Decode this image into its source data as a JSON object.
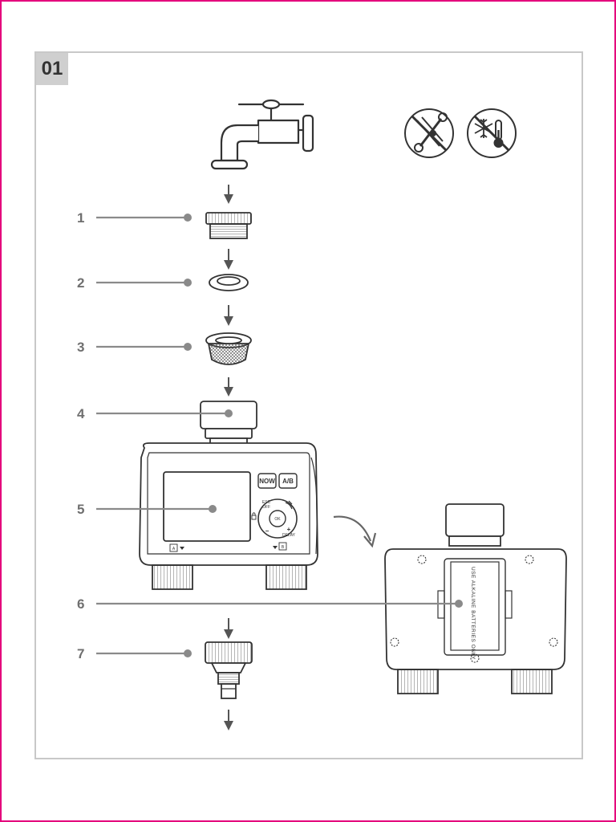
{
  "step_number": "01",
  "callouts": [
    {
      "num": "1"
    },
    {
      "num": "2"
    },
    {
      "num": "3"
    },
    {
      "num": "4"
    },
    {
      "num": "5"
    },
    {
      "num": "6"
    },
    {
      "num": "7"
    }
  ],
  "timer_buttons": {
    "now": "NOW",
    "ab": "A/B",
    "esc_line1": "ESC",
    "esc_line2": "OFF",
    "ok": "OK",
    "minus": "−",
    "plus": "+",
    "delay": "DELAY",
    "outlet_a": "A",
    "outlet_b": "B"
  },
  "battery_label": "USE ALKALINE BATTERIES ONLY",
  "warning_icons": [
    "no-tools-icon",
    "no-frost-icon"
  ],
  "colors": {
    "frame": "#e4007c",
    "panel_border": "#c8c8c8",
    "badge_bg": "#cfcfcf",
    "callout_line": "#8a8a8a",
    "line_art": "#333333"
  }
}
